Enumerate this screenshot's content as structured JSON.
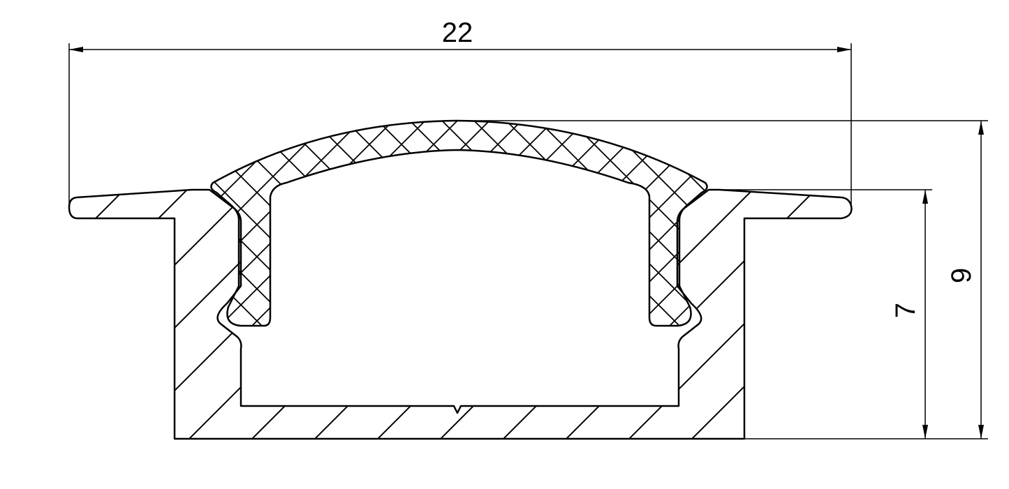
{
  "drawing": {
    "dimensions": {
      "width": "22",
      "profile_height": "7",
      "total_height": "9"
    },
    "line_color": "#000000",
    "background": "#ffffff"
  }
}
